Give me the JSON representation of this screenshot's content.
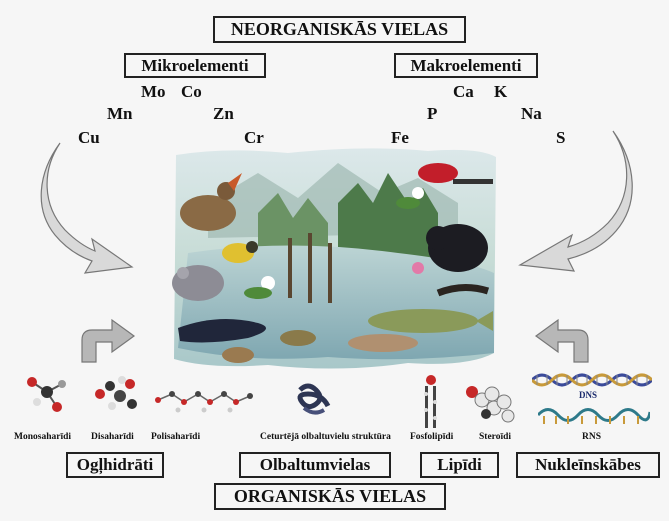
{
  "titles": {
    "inorganic": "NEORGANISKĀS VIELAS",
    "organic": "ORGANISKĀS VIELAS"
  },
  "groups": {
    "micro": "Mikroelementi",
    "macro": "Makroelementi"
  },
  "micro_elements": [
    "Mo",
    "Co",
    "Mn",
    "Zn",
    "Cu",
    "Cr"
  ],
  "macro_elements": [
    "Ca",
    "K",
    "P",
    "Na",
    "Fe",
    "S"
  ],
  "organic_groups": {
    "carbs": "Ogļhidrāti",
    "proteins": "Olbaltumvielas",
    "lipids": "Lipīdi",
    "nucleic": "Nukleīnskābes"
  },
  "captions": {
    "mono": "Monosaharīdi",
    "di": "Disaharīdi",
    "poly": "Polisaharīdi",
    "protein": "Ceturtējā olbaltuvielu struktūra",
    "phospho": "Fosfolipīdi",
    "steroid": "Steroīdi",
    "rna": "RNS",
    "dna": "DNS"
  }
}
